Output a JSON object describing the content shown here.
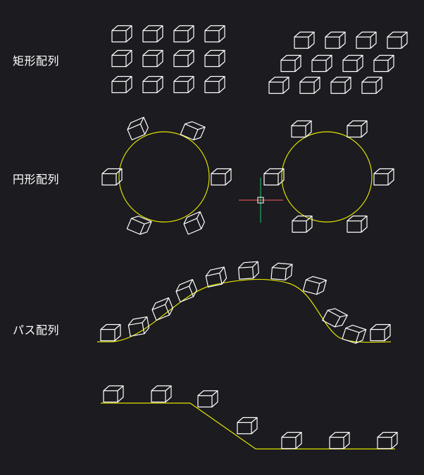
{
  "labels": {
    "rectangular_array": "矩形配列",
    "polar_array": "円形配列",
    "path_array": "パス配列"
  },
  "colors": {
    "background": "#1b1b20",
    "objects": "#ffffff",
    "guide_curve": "#e3e300",
    "cursor_x_axis": "#ff5a5a",
    "cursor_y_axis": "#23c46a"
  },
  "icons": {
    "cursor": "crosshair-ucs-icon"
  }
}
